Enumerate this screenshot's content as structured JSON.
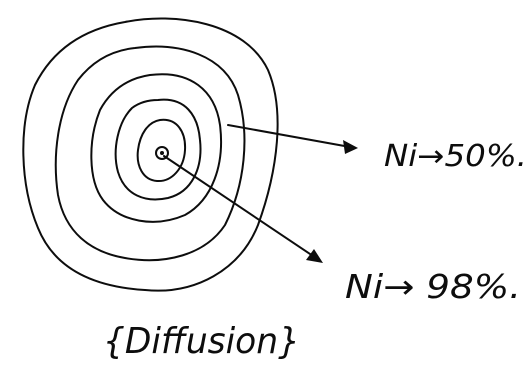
{
  "labels": {
    "outer_ring": "Ni→50%.",
    "core": "Ni→ 98%.",
    "caption": "{Diffusion}"
  }
}
